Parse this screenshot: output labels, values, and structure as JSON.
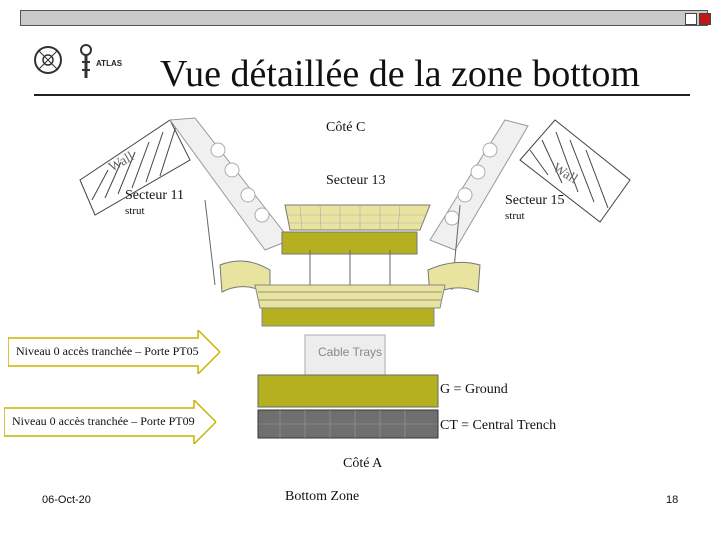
{
  "slide": {
    "title": "Vue détaillée de la zone bottom",
    "logo_text": "ATLAS",
    "diagram": {
      "cote_c": "Côté C",
      "cote_a": "Côté A",
      "secteur_13": "Secteur 13",
      "secteur_11": "Secteur 11",
      "secteur_15": "Secteur 15",
      "strut": "strut",
      "wall": "Wall",
      "cable_trays": "Cable Trays",
      "arrow_pt05": "Niveau 0 accès tranchée – Porte PT05",
      "arrow_pt09": "Niveau 0 accès tranchée – Porte PT09",
      "legend_g": "G = Ground",
      "legend_ct": "CT = Central Trench"
    },
    "footer": {
      "date": "06-Oct-20",
      "center": "Bottom Zone",
      "page": "18"
    }
  },
  "colors": {
    "structure_yellow": "#b5b020",
    "pale_yellow": "#e8e4a0",
    "trench_gray": "#6f6f6f"
  }
}
